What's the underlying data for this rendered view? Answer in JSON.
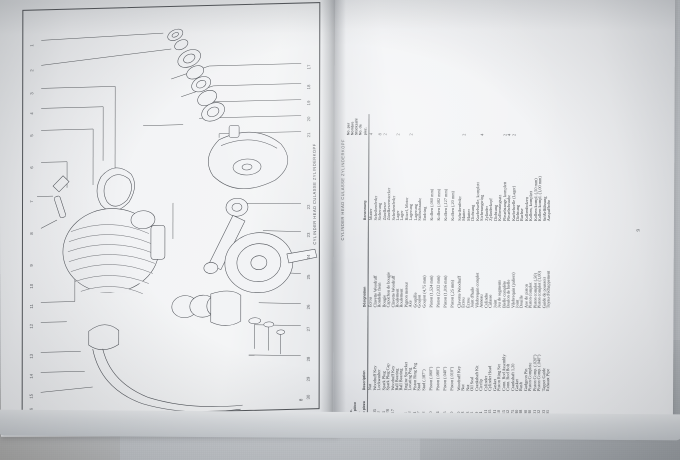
{
  "photo": {
    "subject": "open-parts-manual-book",
    "background_color": "#cfd2d6",
    "page_color": "#f2f3f5"
  },
  "left_page": {
    "header": "CYLINDER HEAD   CULASSE   ZYLINDERKOPF",
    "page_number": "8",
    "diagram_title": "exploded-parts-diagram",
    "callouts_left": [
      "1",
      "2",
      "3",
      "4",
      "5",
      "6",
      "7",
      "8",
      "9",
      "10",
      "11",
      "12",
      "13",
      "14",
      "15",
      "16"
    ],
    "callouts_right": [
      "17",
      "18",
      "19",
      "20",
      "21",
      "22",
      "23",
      "24",
      "25",
      "26",
      "27",
      "28",
      "29",
      "30"
    ]
  },
  "right_page": {
    "header": "CYLINDER HEAD   CULASSE   ZYLINDERKOPF",
    "page_number": "9",
    "columns": {
      "part_no": "Part No.\nNo. de pièce\nTeil Nr.\nRef. de pieza",
      "description": "Description",
      "designation": "Désignation",
      "bezeichnung": "Benennung",
      "qty": "No. per\nNombre\nStückzahl\nNo. de piez."
    },
    "rows": [
      {
        "pn": "2-49",
        "en": "Nut",
        "fr": "Écrou",
        "de": "Mutter",
        "qty": "4"
      },
      {
        "pn": "30-1005",
        "en": "Woodruff Key",
        "fr": "Clavette Woodruff",
        "de": "Scheibenfeder",
        "qty": ""
      },
      {
        "pn": "30-562",
        "en": "Lockwasher",
        "fr": "Rondelle frein",
        "de": "Sicherung",
        "qty": "8"
      },
      {
        "pn": "65-114",
        "en": "Spark Plug",
        "fr": "Bougie",
        "de": "Zündkerze",
        "qty": "2"
      },
      {
        "pn": "66-1178",
        "en": "Spark Plug Cap",
        "fr": "Capuchon de bougie",
        "de": "Zündkerzenstecker",
        "qty": ""
      },
      {
        "pn": "70-4217",
        "en": "Woodruff Key",
        "fr": "Clavette Woodruff",
        "de": "Scheibenfeder",
        "qty": ""
      },
      {
        "pn": "90-54",
        "en": "Ball Bearing",
        "fr": "Roulement",
        "de": "Lager",
        "qty": "2"
      },
      {
        "pn": "90-58",
        "en": "Ball Bearing",
        "fr": "Roulement",
        "de": "Lager",
        "qty": ""
      },
      {
        "pn": "90-111",
        "en": "Engine Sprocket",
        "fr": "Pignon moteur",
        "de": "Ritzel, Motor",
        "qty": ""
      },
      {
        "pn": "90-122",
        "en": "Locating Peg",
        "fr": "Axe",
        "de": "Lagerung",
        "qty": "2"
      },
      {
        "pn": "90-131",
        "en": "Piston Ring Peg",
        "fr": "Goupille",
        "de": "Lagerung",
        "qty": ""
      },
      {
        "pn": "90-147",
        "en": "Stud",
        "fr": "Goujon",
        "de": "Stiftschraube",
        "qty": ""
      },
      {
        "pn": "90-152",
        "en": "Stud (.187\")",
        "fr": "Goujon (4,75 mm)",
        "de": "Endring",
        "qty": ""
      },
      {
        "pn": "90-420",
        "en": "Piston (.060\")",
        "fr": "Piston (1,524 mm)",
        "de": "Kolben (,060 mm)",
        "qty": ""
      },
      {
        "pn": "90-154",
        "en": "Piston (.080\")",
        "fr": "Piston (2,032 mm)",
        "de": "Kolben (,082 mm)",
        "qty": ""
      },
      {
        "pn": "90-155",
        "en": "Piston (.040\")",
        "fr": "Piston (1,016 mm)",
        "de": "Kolben (,127 mm)",
        "qty": ""
      },
      {
        "pn": "90-440",
        "en": "Piston (.010\")",
        "fr": "Piston (,25 mm)",
        "de": "Kolben (,20 mm)",
        "qty": ""
      },
      {
        "pn": "90-360",
        "en": "Woodruff Key",
        "fr": "Clavette Woodruff",
        "de": "Scheibenfeder",
        "qty": ""
      },
      {
        "pn": "90-368",
        "en": "Nut",
        "fr": "Écrou",
        "de": "Mutter",
        "qty": "2"
      },
      {
        "pn": "90-393",
        "en": "Nut",
        "fr": "Écrou",
        "de": "Mutter",
        "qty": ""
      },
      {
        "pn": "90-395",
        "en": "Oil Seal",
        "fr": "Joint d'huile",
        "de": "Dichtung",
        "qty": ""
      },
      {
        "pn": "90-749",
        "en": "Crankshaft Kit",
        "fr": "Vilebrequin complet",
        "de": "Kurbelwelle, komplett",
        "qty": ""
      },
      {
        "pn": "90-754",
        "en": "Circlip",
        "fr": "Anneau",
        "de": "Sicherungsring",
        "qty": "4"
      },
      {
        "pn": "90-1061",
        "en": "Cylinder",
        "fr": "Cylindre",
        "de": "Zylinder",
        "qty": ""
      },
      {
        "pn": "90-1065",
        "en": "Cylinder Head",
        "fr": "Culasse",
        "de": "Zylinderkopf",
        "qty": ""
      },
      {
        "pn": "90-1081",
        "en": "Gasket",
        "fr": "Joint",
        "de": "Dichtung",
        "qty": ""
      },
      {
        "pn": "90-1110",
        "en": "Piston Ring Set",
        "fr": "Jeu de segments",
        "de": "Kolbenringsatz",
        "qty": ""
      },
      {
        "pn": "90-1115",
        "en": "Conn. Rod Assembly",
        "fr": "Bielle complète",
        "de": "Pleuelstange, komplett",
        "qty": "2"
      },
      {
        "pn": "90-1162",
        "en": "Conn. Rod Bolt",
        "fr": "Boulon de bielle",
        "de": "Pleuelschraube",
        "qty": "4"
      },
      {
        "pn": "90-1375",
        "en": "Crankshaft 1,20",
        "fr": "Vilebrequin (paliers)",
        "de": "Kurbelwelle (Lager)",
        "qty": "2"
      },
      {
        "pn": "90-1380",
        "en": "Gasket",
        "fr": "Joint",
        "de": "Dichtung",
        "qty": ""
      },
      {
        "pn": "90-1388",
        "en": "Bush",
        "fr": "Douille",
        "de": "Buchse",
        "qty": ""
      },
      {
        "pn": "90-1390",
        "en": "Gudgeon Pin",
        "fr": "Axe de piston",
        "de": "Kolbenbolzen",
        "qty": ""
      },
      {
        "pn": "90-1480",
        "en": "Piston Complete",
        "fr": "Piston complet",
        "de": "Kolben, komplett",
        "qty": ""
      },
      {
        "pn": "90-4001",
        "en": "Piston Comp. (.020\")",
        "fr": "Piston complet (,50)",
        "de": "Kolben kompl. (,50 mm)",
        "qty": ""
      },
      {
        "pn": "90-4002",
        "en": "Piston Comp. (.040\")",
        "fr": "Piston complet (1,00)",
        "de": "Kolben kompl. (1,00 mm)",
        "qty": ""
      },
      {
        "pn": "90-4003",
        "en": "Tappet Guide",
        "fr": "Guide de poussoir",
        "de": "Stößelführung",
        "qty": ""
      },
      {
        "pn": "90-4091",
        "en": "Exhaust Pipe",
        "fr": "Tuyau d'échappement",
        "de": "Auspuffrohr",
        "qty": ""
      }
    ]
  }
}
